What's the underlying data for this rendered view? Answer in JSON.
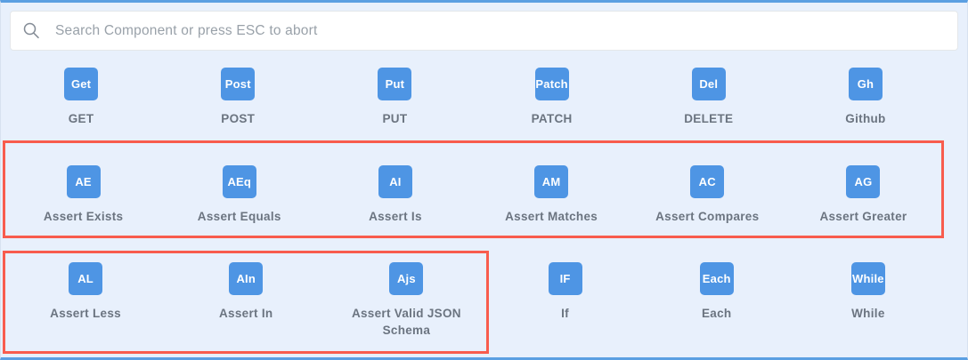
{
  "search": {
    "placeholder": "Search Component or press ESC to abort"
  },
  "colors": {
    "background": "#e8f0fc",
    "frame_border": "#5b9fe2",
    "badge": "#4e95e4",
    "badge_text": "#ffffff",
    "label": "#6b7480",
    "highlight_border": "#f85c4d",
    "search_placeholder": "#99a1a9"
  },
  "rows": [
    {
      "highlight": "none",
      "items": [
        {
          "badge": "Get",
          "label": "GET"
        },
        {
          "badge": "Post",
          "label": "POST"
        },
        {
          "badge": "Put",
          "label": "PUT"
        },
        {
          "badge": "Patch",
          "label": "PATCH"
        },
        {
          "badge": "Del",
          "label": "DELETE"
        },
        {
          "badge": "Gh",
          "label": "Github"
        }
      ]
    },
    {
      "highlight": "full",
      "items": [
        {
          "badge": "AE",
          "label": "Assert Exists"
        },
        {
          "badge": "AEq",
          "label": "Assert Equals"
        },
        {
          "badge": "AI",
          "label": "Assert Is"
        },
        {
          "badge": "AM",
          "label": "Assert Matches"
        },
        {
          "badge": "AC",
          "label": "Assert Compares"
        },
        {
          "badge": "AG",
          "label": "Assert Greater"
        }
      ]
    },
    {
      "highlight": "first-half",
      "items": [
        {
          "badge": "AL",
          "label": "Assert Less"
        },
        {
          "badge": "AIn",
          "label": "Assert In"
        },
        {
          "badge": "Ajs",
          "label": "Assert Valid JSON Schema"
        },
        {
          "badge": "IF",
          "label": "If"
        },
        {
          "badge": "Each",
          "label": "Each"
        },
        {
          "badge": "While",
          "label": "While"
        }
      ]
    }
  ]
}
